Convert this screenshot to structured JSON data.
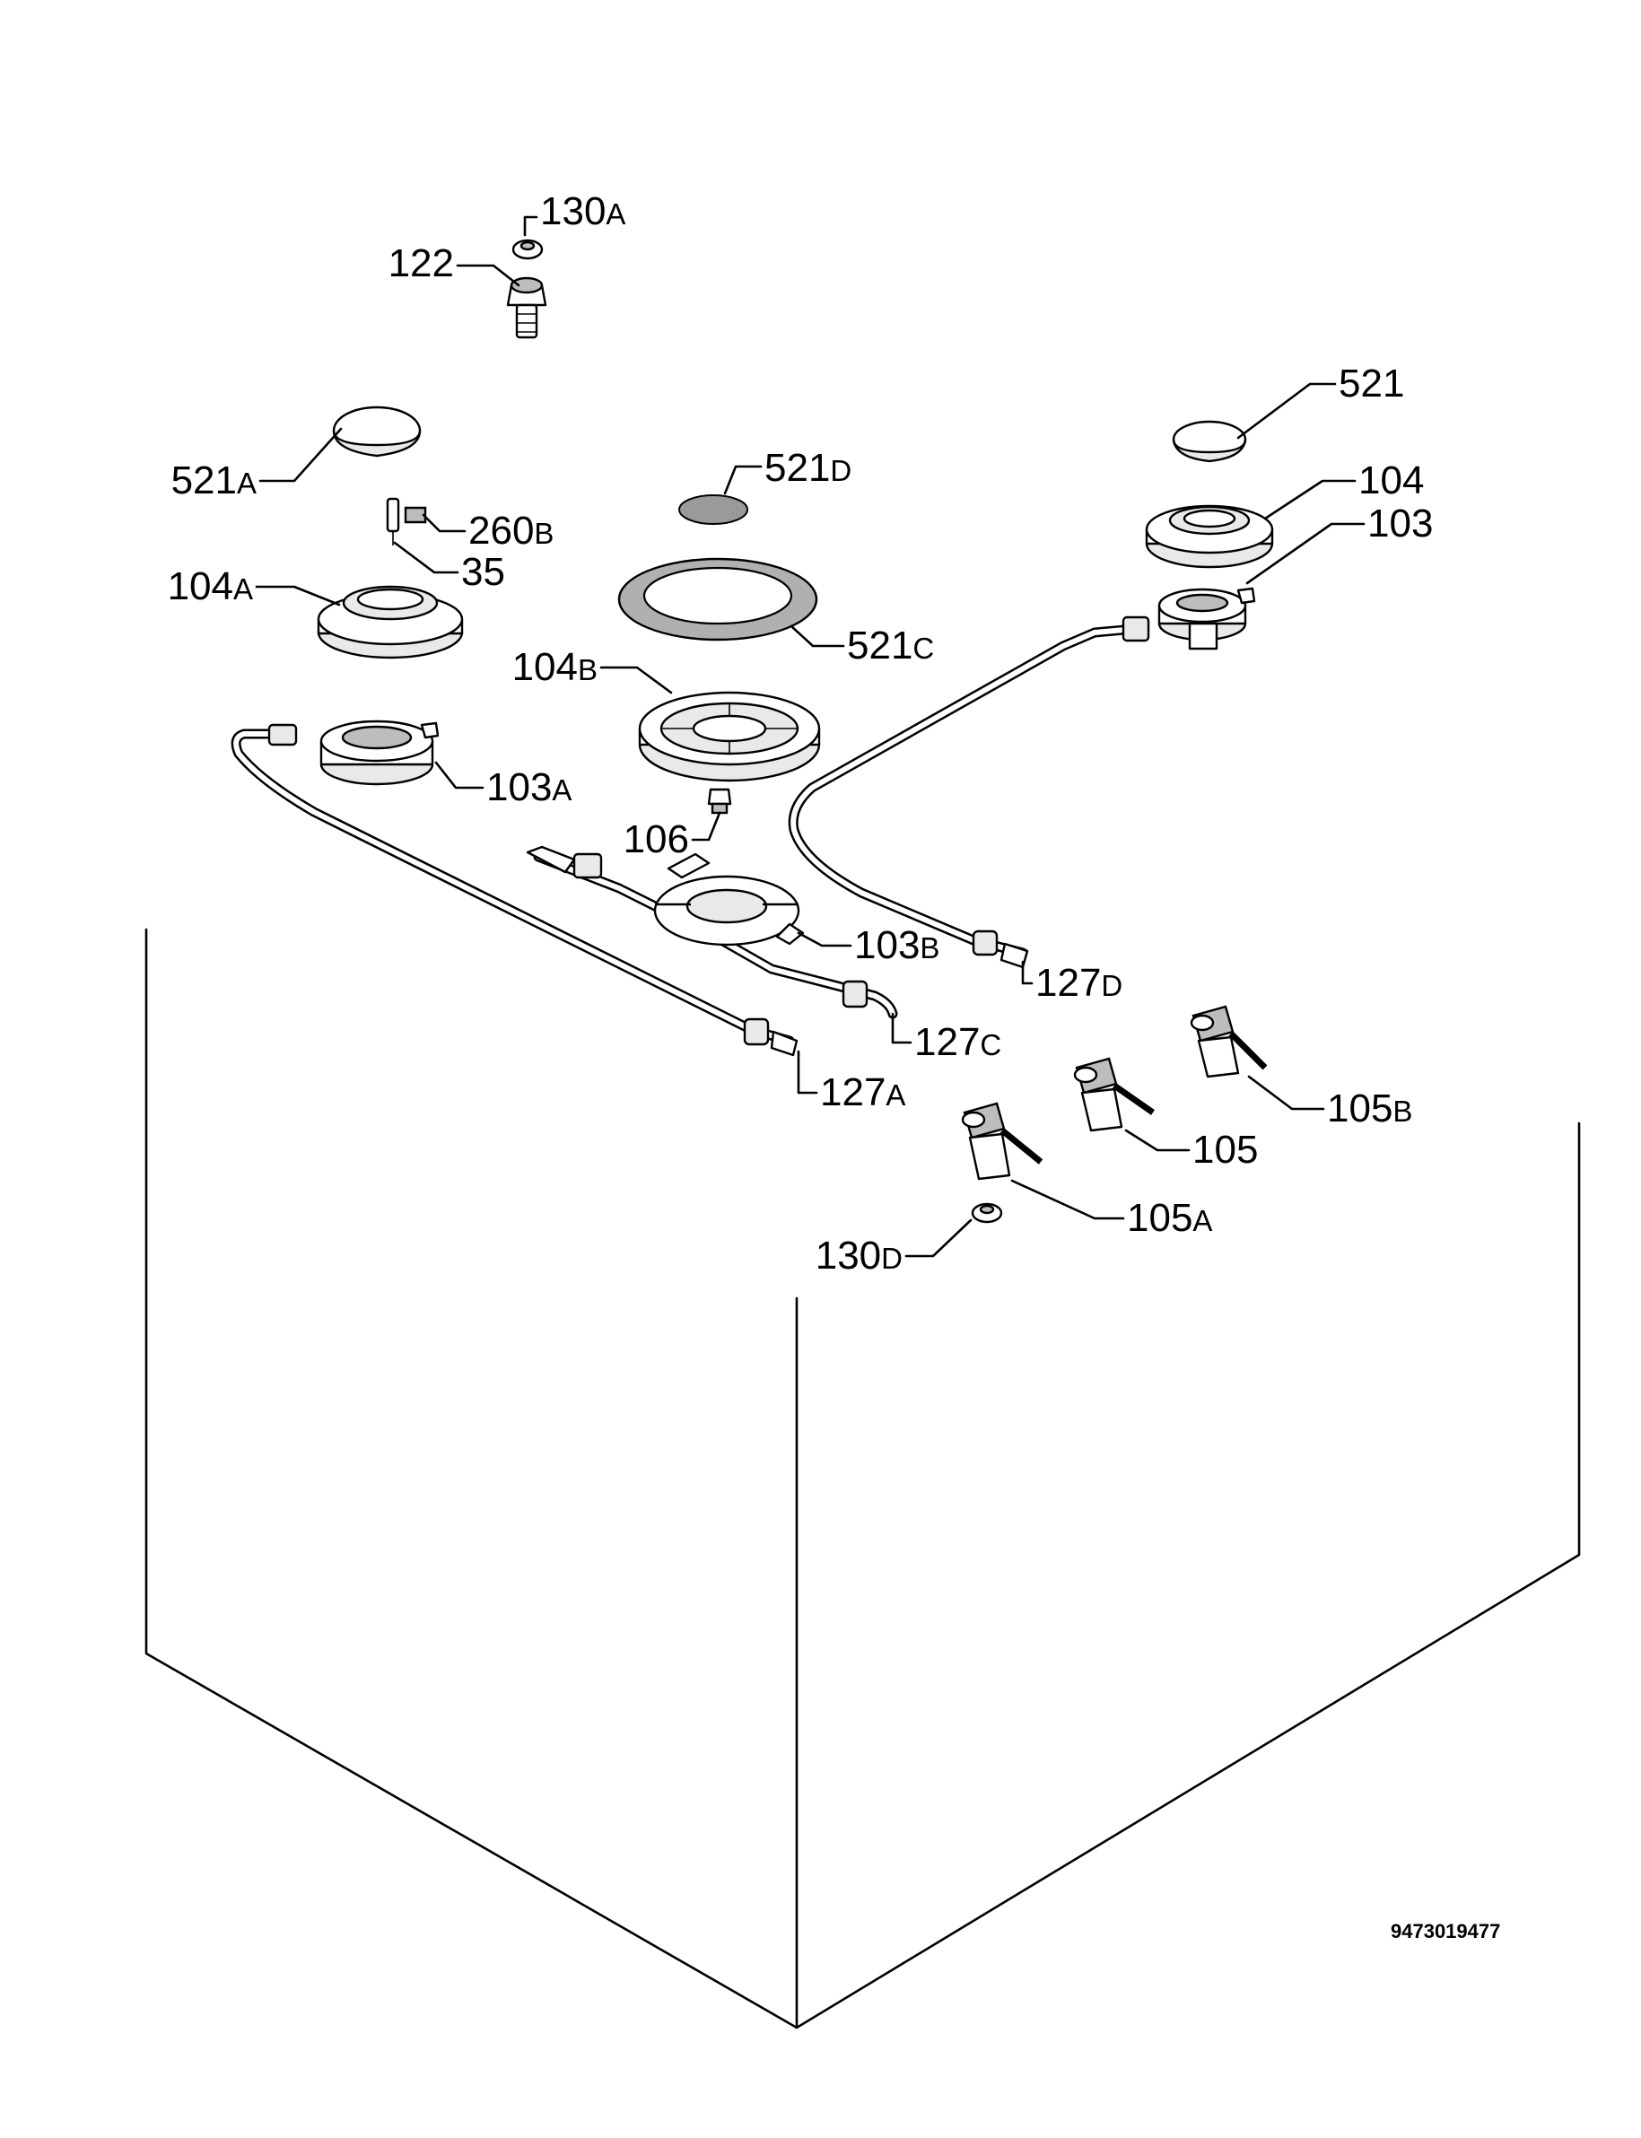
{
  "document_number": "9473019477",
  "callouts": [
    {
      "id": "130A",
      "number": "130",
      "suffix": "A"
    },
    {
      "id": "122",
      "number": "122",
      "suffix": ""
    },
    {
      "id": "521A",
      "number": "521",
      "suffix": "A"
    },
    {
      "id": "260B",
      "number": "260",
      "suffix": "B"
    },
    {
      "id": "35",
      "number": "35",
      "suffix": ""
    },
    {
      "id": "104A",
      "number": "104",
      "suffix": "A"
    },
    {
      "id": "521D",
      "number": "521",
      "suffix": "D"
    },
    {
      "id": "521C",
      "number": "521",
      "suffix": "C"
    },
    {
      "id": "104B",
      "number": "104",
      "suffix": "B"
    },
    {
      "id": "103A",
      "number": "103",
      "suffix": "A"
    },
    {
      "id": "106",
      "number": "106",
      "suffix": ""
    },
    {
      "id": "103B",
      "number": "103",
      "suffix": "B"
    },
    {
      "id": "521",
      "number": "521",
      "suffix": ""
    },
    {
      "id": "104",
      "number": "104",
      "suffix": ""
    },
    {
      "id": "103",
      "number": "103",
      "suffix": ""
    },
    {
      "id": "127D",
      "number": "127",
      "suffix": "D"
    },
    {
      "id": "127C",
      "number": "127",
      "suffix": "C"
    },
    {
      "id": "127A",
      "number": "127",
      "suffix": "A"
    },
    {
      "id": "105B",
      "number": "105",
      "suffix": "B"
    },
    {
      "id": "105",
      "number": "105",
      "suffix": ""
    },
    {
      "id": "105A",
      "number": "105",
      "suffix": "A"
    },
    {
      "id": "130D",
      "number": "130",
      "suffix": "D"
    }
  ]
}
